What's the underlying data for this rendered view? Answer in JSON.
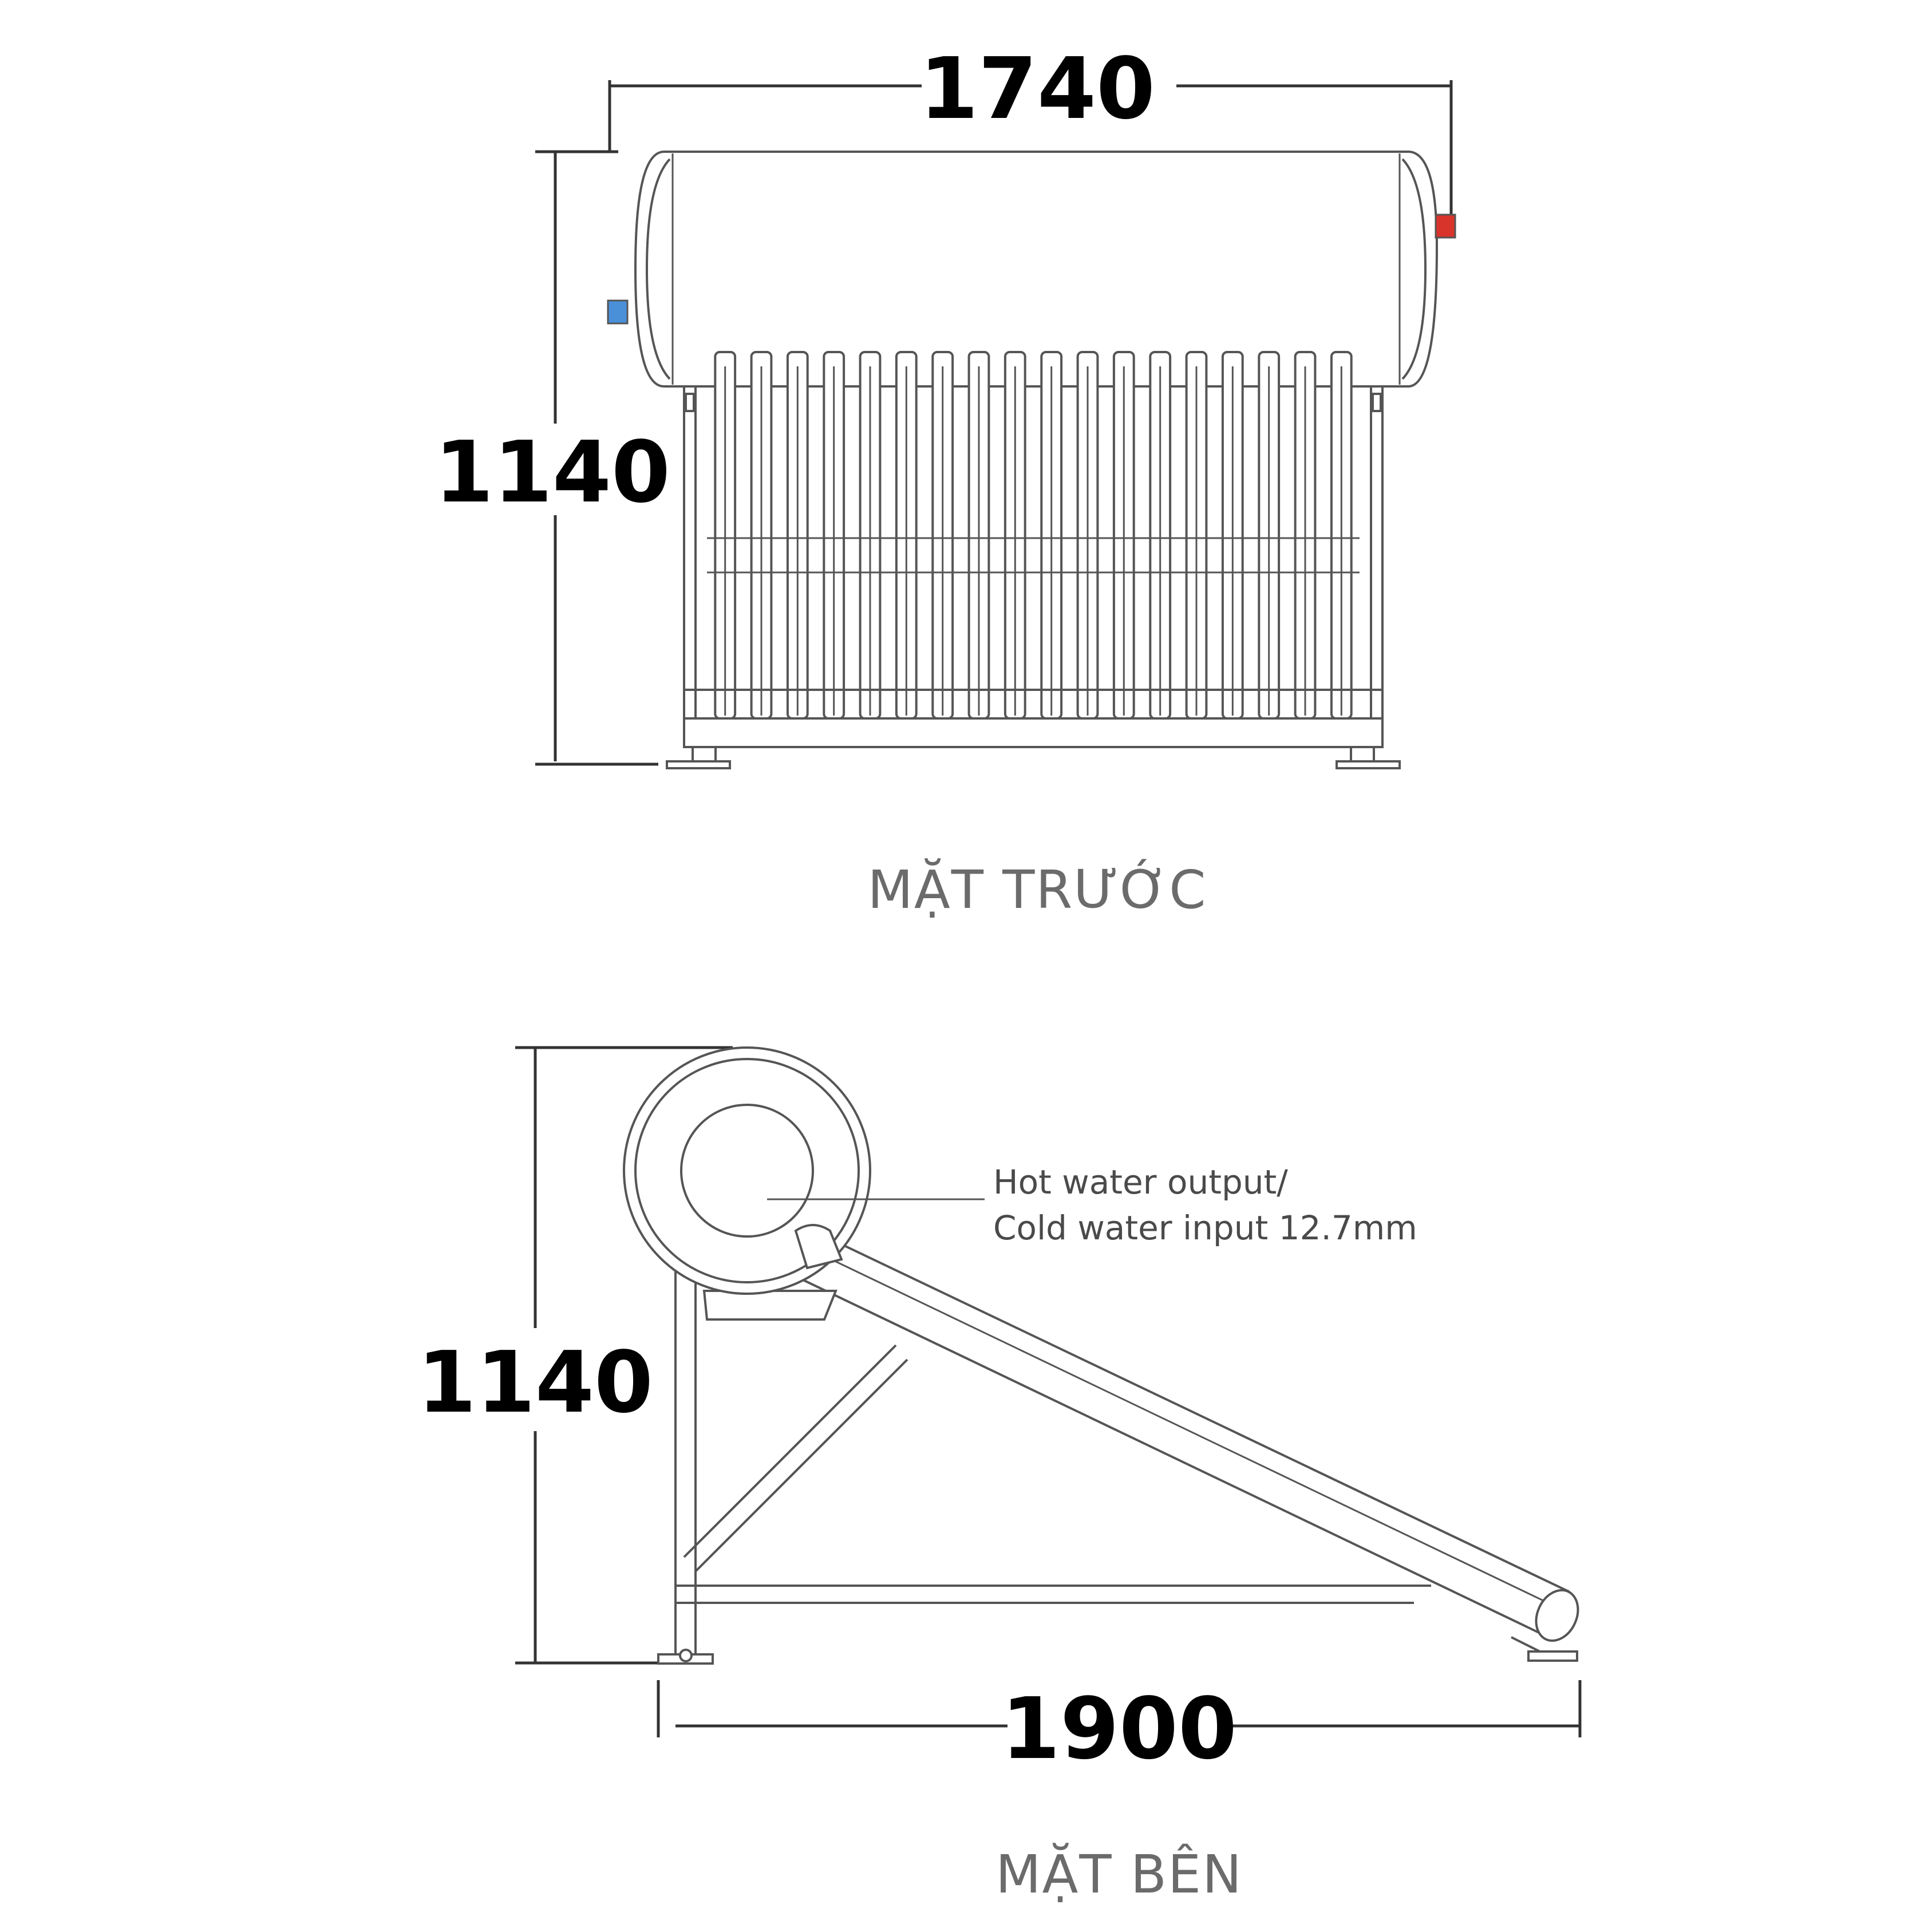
{
  "front_view": {
    "title": "MẶT TRƯỚC",
    "width_label": "1740",
    "height_label": "1140",
    "tube_count": 18
  },
  "side_view": {
    "title": "MẶT BÊN",
    "height_label": "1140",
    "length_label": "1900",
    "callout_line1": "Hot water output/",
    "callout_line2": "Cold water input 12.7mm"
  },
  "colors": {
    "line": "#555555",
    "hot_connector": "#d9342b",
    "cold_connector": "#4a90d9",
    "title": "#6b6b6b"
  }
}
